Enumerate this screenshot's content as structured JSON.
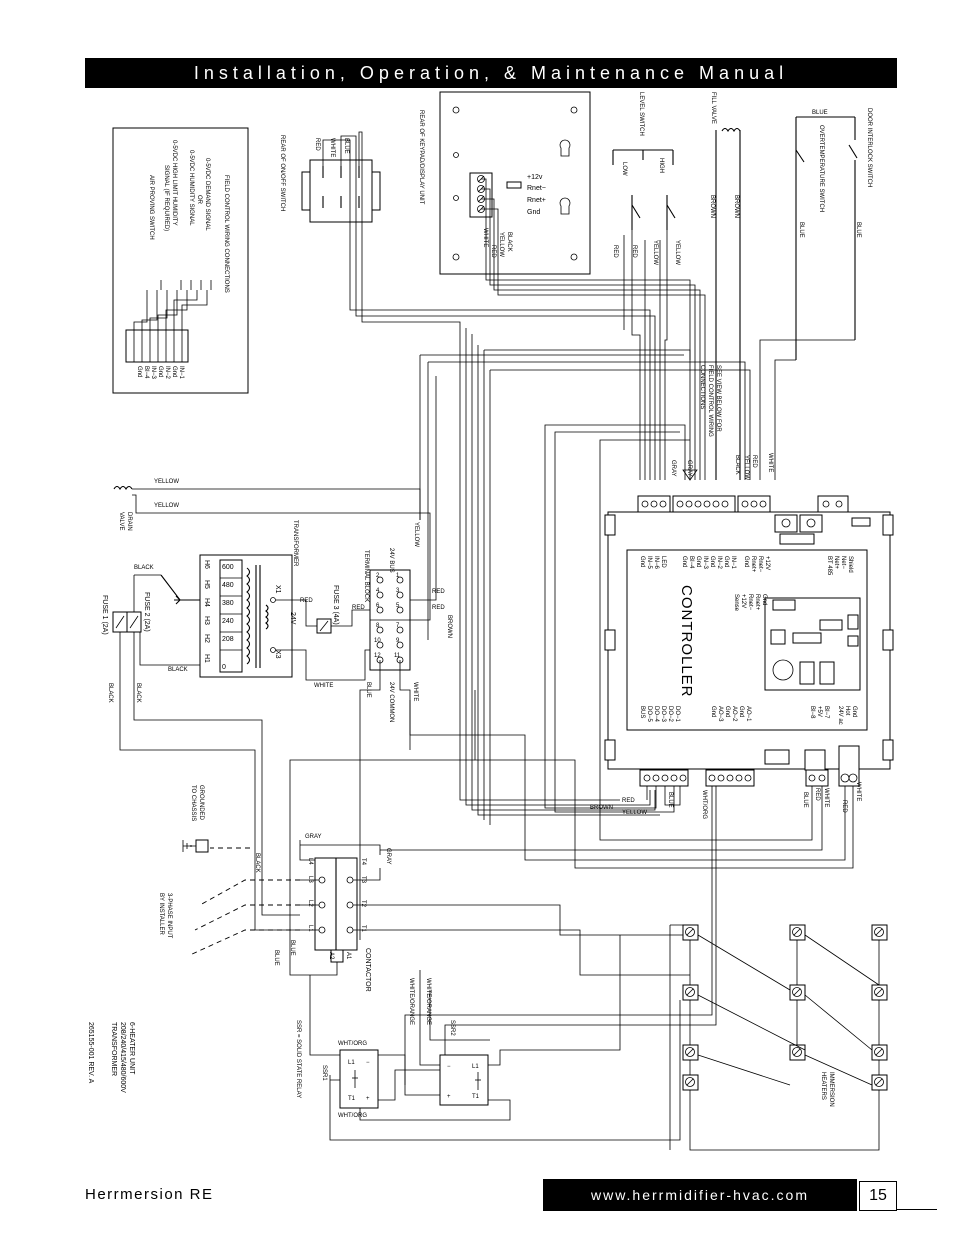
{
  "header": {
    "title": "Installation, Operation, & Maintenance Manual"
  },
  "footer": {
    "brand": "Herrmersion RE",
    "url": "www.herrmidifier-hvac.com",
    "page_number": "15"
  },
  "diagram": {
    "controller": "CONTROLLER",
    "top_devices": {
      "keypad": "REAR OF KEYPAD/DISPLAY UNIT",
      "keypad_terms": [
        "+12v",
        "Rnet−",
        "Rnet+",
        "Gnd"
      ],
      "keypad_wires": [
        "BLACK",
        "YELLOW",
        "WHITE",
        "RED"
      ],
      "onoff": "REAR OF ON/OFF SWITCH",
      "onoff_wires": [
        "BLUE",
        "WHITE",
        "RED"
      ],
      "level_switch": "LEVEL SWITCH",
      "low": "LOW",
      "high": "HIGH",
      "fill_valve": "FILL VALVE",
      "overtemp": "OVERTEMPERATURE SWITCH",
      "door": "DOOR INTERLOCK SWITCH",
      "blue": "BLUE",
      "brown": "BROWN",
      "red": "RED",
      "yellow": "YELLOW"
    },
    "field": {
      "title": "FIELD CONTROL WIRING CONNECTIONS",
      "lines": [
        "0-5VDC DEMAND SIGNAL",
        "OR",
        "0-5VDC HUMIDITY SIGNAL",
        "0-5VDC HIGH LIMIT HUMIDITY",
        "SIGNAL (IF REQUIRED)",
        "AIR PROVING SWITCH"
      ],
      "terms": [
        "IN−1",
        "Gnd",
        "IN−2",
        "Gnd",
        "IN−3",
        "BI−4",
        "Gnd"
      ]
    },
    "see_view": "SEE VIEW BELOW FOR FIELD CONTROL WIRING CONNECTIONS",
    "controller_labels": {
      "left_top": [
        "Gnd",
        "IN−5",
        "IN−6",
        "LED"
      ],
      "left_mid": [
        "Gnd",
        "BI−4",
        "Gnd",
        "IN−3",
        "Gnd",
        "IN−2",
        "Gnd",
        "IN−1"
      ],
      "sense": [
        "Gnd",
        "Rnet+",
        "Rnet−",
        "+12V"
      ],
      "sense2": [
        "Sense",
        "+12V",
        "Rnet−",
        "Rnet+",
        "Gnd"
      ],
      "bt485": [
        "BT 485",
        "Net+",
        "Net−",
        "Shield"
      ],
      "bus": [
        "DO−5",
        "DO−4",
        "DO−3",
        "DO−2",
        "DO−1",
        "BUS"
      ],
      "ao": [
        "Gnd",
        "AO−3",
        "Gnd",
        "AO−2",
        "Gnd",
        "AO−1"
      ],
      "bi": [
        "Gnd",
        "Hot",
        "24V ac",
        "BI−7",
        "+5V",
        "BI−8"
      ]
    },
    "transformer": {
      "title": "TRANSFORMER",
      "taps": [
        "600",
        "480",
        "380",
        "240",
        "208",
        "0"
      ],
      "h": [
        "H6",
        "H5",
        "H4",
        "H3",
        "H2",
        "H1"
      ],
      "x1": "X1",
      "x3": "X3",
      "v24": "24V"
    },
    "fuses": {
      "f1": "FUSE 1 (2A)",
      "f2": "FUSE 2 (2A)",
      "f3": "FUSE 3 (4A)"
    },
    "terminal": {
      "title": "TERMINAL BLOCK",
      "bus": "24V BUS",
      "common": "24V COMMON",
      "nums": [
        "2",
        "1",
        "4",
        "3",
        "6",
        "5",
        "8",
        "7",
        "10",
        "9",
        "12",
        "11"
      ]
    },
    "drain": "DRAIN VALVE",
    "grounded": "GROUNDED TO CHASSIS",
    "input": "3-PHASE INPUT BY INSTALLER",
    "contactor": "CONTACTOR",
    "contactor_terms": [
      "L1",
      "L2",
      "L3",
      "T1",
      "T2",
      "T3",
      "A1",
      "A2"
    ],
    "ssr1": "SSR1",
    "ssr2": "SSR2",
    "ssr_note": "SSR = SOLID STATE RELAY",
    "ssr_terms": [
      "L1",
      "T1",
      "−",
      "+"
    ],
    "heaters": "IMMERSION HEATERS",
    "unit": [
      "6-HEATER UNIT",
      "208/240/415/480/600V",
      "TRANSFORMER"
    ],
    "partno": "265155-001 REV. A",
    "wires": {
      "black": "BLACK",
      "white": "WHITE",
      "gray": "GRAY",
      "blue": "BLUE",
      "wht_org": "WHT/ORG",
      "white_orange": "WHITE/ORANGE",
      "brown": "BROWN",
      "red": "RED",
      "yellow": "YELLOW"
    }
  }
}
